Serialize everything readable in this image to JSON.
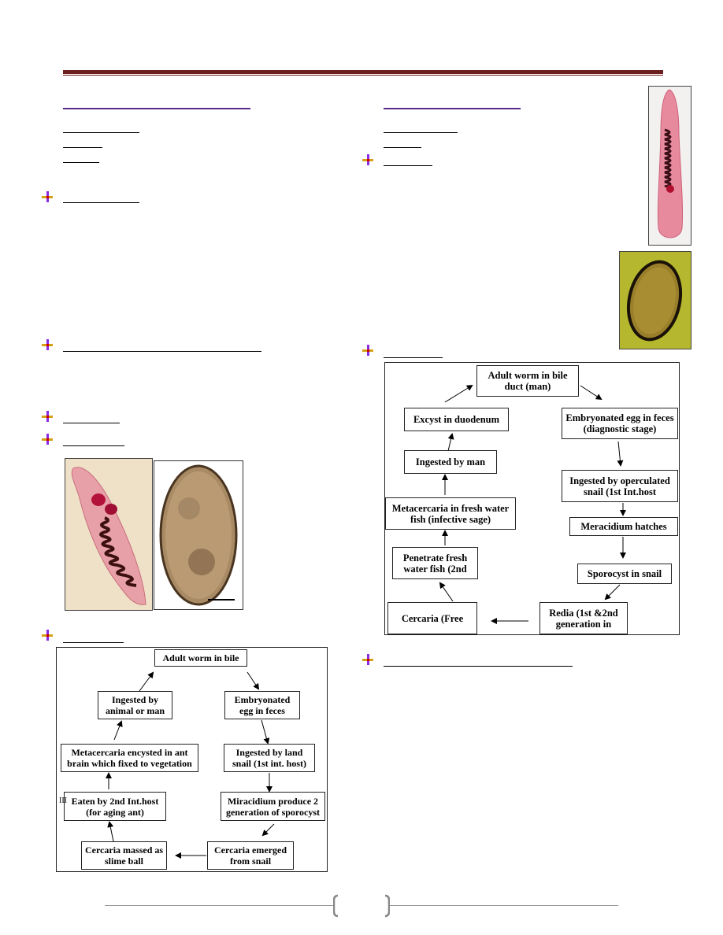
{
  "colors": {
    "rule": "#6b1f1f",
    "heading_underline": "#5a2a8a",
    "box_border": "#222222"
  },
  "left_column": {
    "lifecycle1": {
      "boxes": {
        "adult": "Adult worm in bile",
        "embryo": "Embryonated egg in feces",
        "ingested_animal": "Ingested by animal or man",
        "ingested_snail": "Ingested by land snail (1st int. host)",
        "metacercaria": "Metacercaria encysted in ant brain which fixed to vegetation",
        "miracidium": "Miracidium produce 2 generation of sporocyst",
        "eaten": "Eaten  by 2nd Int.host (for aging ant)",
        "eaten_prefix": "III",
        "cercaria_slime": "Cercaria massed as slime ball",
        "cercaria_emerged": "Cercaria emerged from snail"
      }
    }
  },
  "right_column": {
    "lifecycle2": {
      "boxes": {
        "adult": "Adult worm in bile duct (man)",
        "embryo": "Embryonated egg in feces (diagnostic stage)",
        "excyst": "Excyst in duodenum",
        "ingested_man": "Ingested by man",
        "ingested_snail": "Ingested by operculated snail (1st Int.host",
        "meracidium": "Meracidium hatches",
        "metacercaria": "Metacercaria in fresh water fish (infective sage)",
        "sporocyst": "Sporocyst in snail",
        "penetrate": "Penetrate fresh water fish (2nd",
        "cercaria": "Cercaria (Free",
        "redia": "Redia (1st &2nd generation in"
      }
    }
  }
}
